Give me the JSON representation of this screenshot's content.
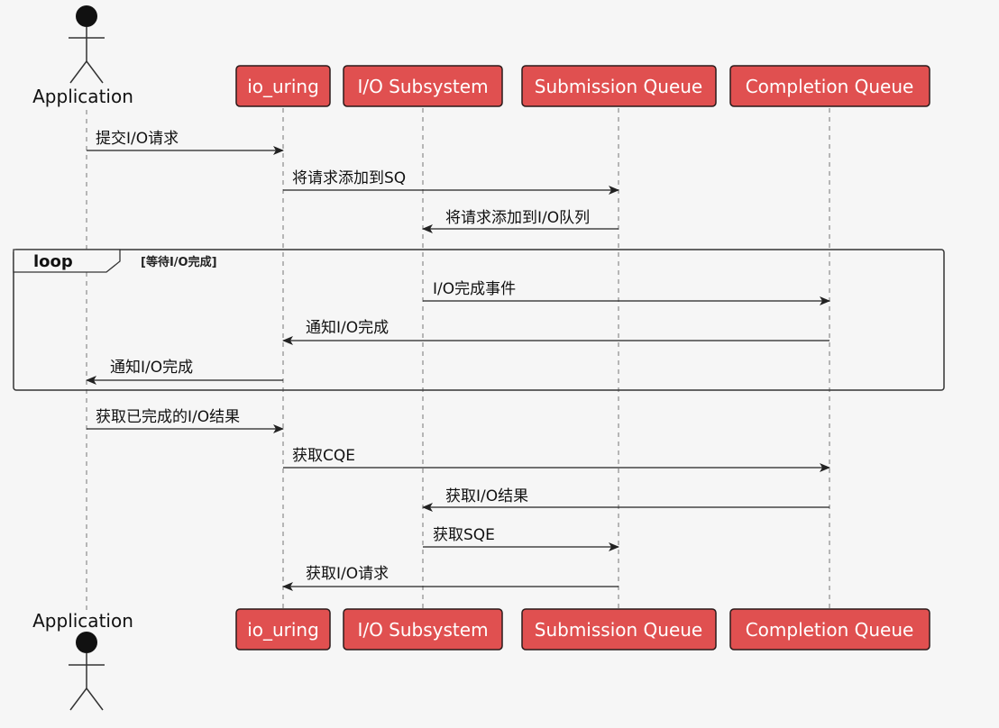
{
  "participants": {
    "application": "Application",
    "io_uring": "io_uring",
    "io_subsystem": "I/O Subsystem",
    "submission_queue": "Submission Queue",
    "completion_queue": "Completion Queue"
  },
  "loop": {
    "label": "loop",
    "condition": "[等待I/O完成]"
  },
  "messages": [
    {
      "text": "提交I/O请求",
      "from": "application",
      "to": "io_uring"
    },
    {
      "text": "将请求添加到SQ",
      "from": "io_uring",
      "to": "submission_queue"
    },
    {
      "text": "将请求添加到I/O队列",
      "from": "submission_queue",
      "to": "io_subsystem"
    },
    {
      "text": "I/O完成事件",
      "from": "io_subsystem",
      "to": "completion_queue"
    },
    {
      "text": "通知I/O完成",
      "from": "completion_queue",
      "to": "io_uring"
    },
    {
      "text": "通知I/O完成",
      "from": "io_uring",
      "to": "application"
    },
    {
      "text": "获取已完成的I/O结果",
      "from": "application",
      "to": "io_uring"
    },
    {
      "text": "获取CQE",
      "from": "io_uring",
      "to": "completion_queue"
    },
    {
      "text": "获取I/O结果",
      "from": "completion_queue",
      "to": "io_subsystem"
    },
    {
      "text": "获取SQE",
      "from": "io_subsystem",
      "to": "submission_queue"
    },
    {
      "text": "获取I/O请求",
      "from": "submission_queue",
      "to": "io_uring"
    }
  ],
  "colors": {
    "participant_fill": "#e05050",
    "participant_text": "#ffffff",
    "line": "#222222",
    "background": "#f6f6f6"
  }
}
